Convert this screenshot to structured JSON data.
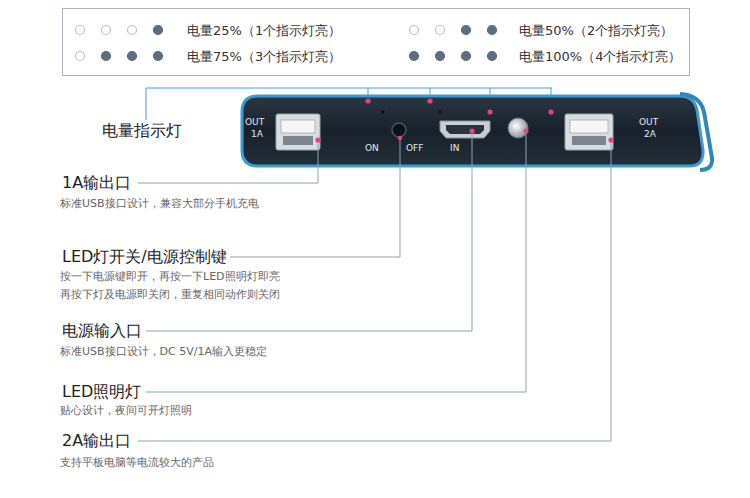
{
  "diagram": {
    "nodes": [
      {
        "text": [
          "电量25%（1个指示灯亮）",
          "电量50%（2个指示灯亮）",
          "电量75%（3个指示灯亮）",
          "电量100%（4个指示灯亮）"
        ]
      }
    ],
    "labels": [
      "电量指示灯",
      "OUT",
      "1A",
      "ON",
      "OFF",
      "IN",
      "OUT",
      "2A",
      "1A输出口",
      "标准USB接口设计，兼容大部分手机充电",
      "LED灯开关/电源控制键",
      "按一下电源键即开，再按一下LED照明灯即亮",
      "再按下灯及电源即关闭，重复相同动作则关闭",
      "电源输入口",
      "标准USB接口设计，DC 5V/1A输入更稳定",
      "LED照明灯",
      "贴心设计，夜间可开灯照明",
      "2A输出口",
      "支持平板电脑等电流较大的产品"
    ]
  }
}
